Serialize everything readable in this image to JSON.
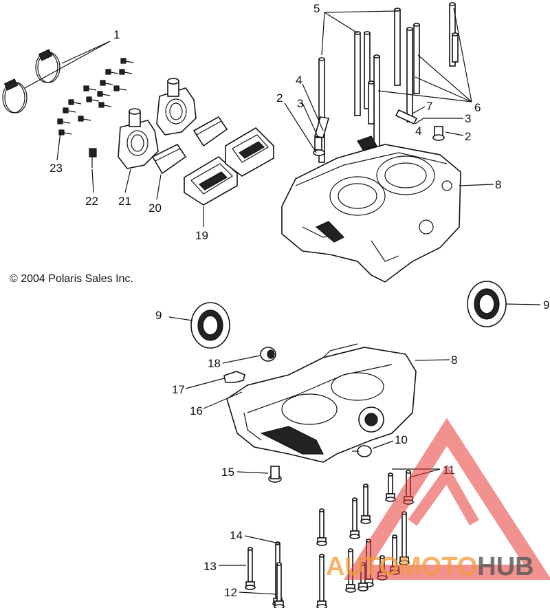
{
  "copyright": "© 2004 Polaris Sales Inc.",
  "watermark": {
    "part1": "AUTO",
    "part2": "MOTO",
    "part3": "HUB",
    "accent": "#e53935",
    "orange": "#f29a3a"
  },
  "callouts": [
    {
      "id": "c1",
      "text": "1"
    },
    {
      "id": "c2a",
      "text": "2"
    },
    {
      "id": "c2b",
      "text": "2"
    },
    {
      "id": "c3a",
      "text": "3"
    },
    {
      "id": "c3b",
      "text": "3"
    },
    {
      "id": "c4a",
      "text": "4"
    },
    {
      "id": "c4b",
      "text": "4"
    },
    {
      "id": "c5",
      "text": "5"
    },
    {
      "id": "c6",
      "text": "6"
    },
    {
      "id": "c7",
      "text": "7"
    },
    {
      "id": "c8a",
      "text": "8"
    },
    {
      "id": "c8b",
      "text": "8"
    },
    {
      "id": "c9a",
      "text": "9"
    },
    {
      "id": "c9b",
      "text": "9"
    },
    {
      "id": "c10",
      "text": "10"
    },
    {
      "id": "c11",
      "text": "11"
    },
    {
      "id": "c12",
      "text": "12"
    },
    {
      "id": "c13",
      "text": "13"
    },
    {
      "id": "c14",
      "text": "14"
    },
    {
      "id": "c15",
      "text": "15"
    },
    {
      "id": "c16",
      "text": "16"
    },
    {
      "id": "c17",
      "text": "17"
    },
    {
      "id": "c18",
      "text": "18"
    },
    {
      "id": "c19",
      "text": "19"
    },
    {
      "id": "c20",
      "text": "20"
    },
    {
      "id": "c21",
      "text": "21"
    },
    {
      "id": "c22",
      "text": "22"
    },
    {
      "id": "c23",
      "text": "23"
    }
  ]
}
